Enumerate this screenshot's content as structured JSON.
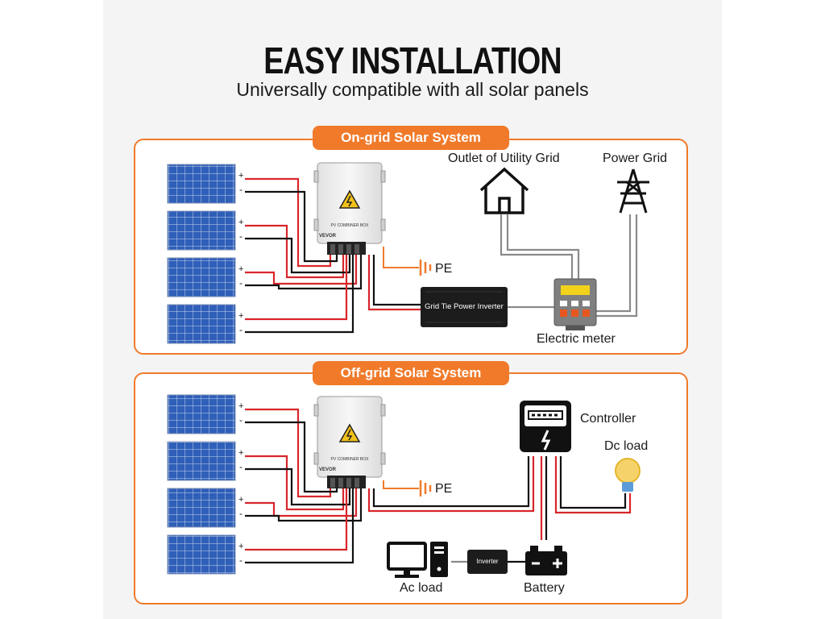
{
  "header": {
    "title": "EASY INSTALLATION",
    "subtitle": "Universally compatible with all solar panels"
  },
  "on_grid": {
    "section_title": "On-grid Solar System",
    "outlet_label": "Outlet of Utility Grid",
    "grid_label": "Power Grid",
    "pe_label": "PE",
    "inverter_label": "Grid Tie Power Inverter",
    "meter_label": "Electric meter",
    "box_brand": "VEVOR",
    "box_caption": "PV COMBINER BOX"
  },
  "off_grid": {
    "section_title": "Off-grid Solar System",
    "controller_label": "Controller",
    "dc_load_label": "Dc load",
    "pe_label": "PE",
    "ac_load_label": "Ac load",
    "inverter_label": "Inverter",
    "battery_label": "Battery",
    "box_brand": "VEVOR",
    "box_caption": "PV COMBINER BOX"
  },
  "terminals": {
    "plus": "+",
    "minus": "-"
  },
  "colors": {
    "accent": "#f07a2a",
    "wire_positive": "#d8262b",
    "wire_negative": "#111111",
    "wire_ac": "#8a8a8a",
    "panel_blue": "#2f5fb8"
  }
}
